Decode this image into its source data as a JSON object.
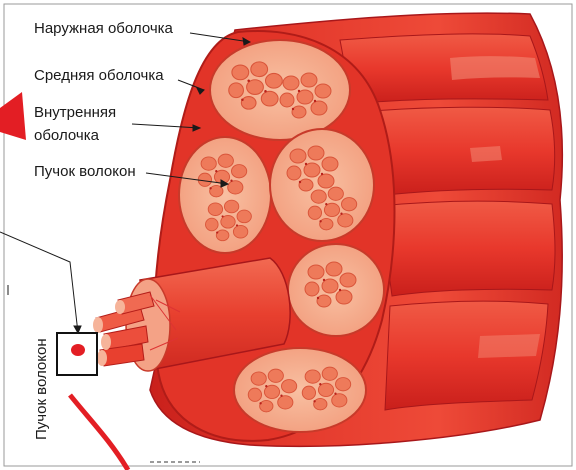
{
  "labels": {
    "outer_sheath": "Наружная оболочка",
    "middle_sheath": "Средняя оболочка",
    "inner_sheath_line1": "Внутренняя",
    "inner_sheath_line2": "оболочка",
    "fiber_bundle": "Пучок волокон",
    "fiber_bundle_vertical": "Пучок волокон"
  },
  "colors": {
    "sheath_red": "#e8382c",
    "sheath_dark": "#c41e1a",
    "bundle_fill": "#f6a98a",
    "fiber_fill": "#ef7c5c",
    "accent_red": "#e31e24",
    "text": "#1a1a1a"
  }
}
